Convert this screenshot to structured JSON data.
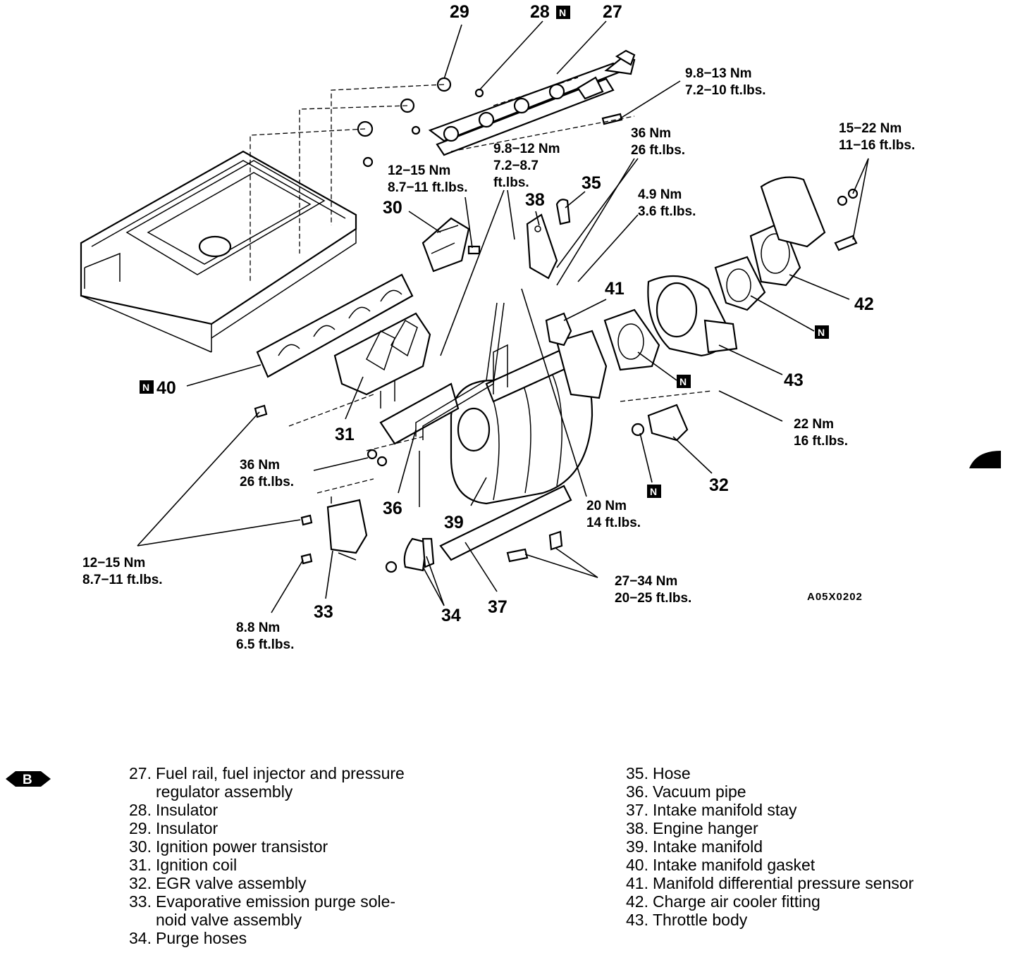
{
  "callouts": {
    "c27": "27",
    "c28": "28",
    "c29": "29",
    "c30": "30",
    "c31": "31",
    "c32": "32",
    "c33": "33",
    "c34": "34",
    "c35": "35",
    "c36": "36",
    "c37": "37",
    "c38": "38",
    "c39": "39",
    "c40": "40",
    "c41": "41",
    "c42": "42",
    "c43": "43"
  },
  "n_mark": "N",
  "torques": {
    "t_fuelrail": [
      "9.8−13 Nm",
      "7.2−10 ft.lbs."
    ],
    "t_hanger": [
      "9.8−12 Nm",
      "7.2−8.7",
      "ft.lbs."
    ],
    "t_transistor": [
      "12−15 Nm",
      "8.7−11  ft.lbs."
    ],
    "t_sensor36": [
      "36 Nm",
      "26 ft.lbs."
    ],
    "t_sensor49": [
      "4.9 Nm",
      "3.6 ft.lbs."
    ],
    "t_cooler": [
      "15−22 Nm",
      "11−16 ft.lbs."
    ],
    "t_egr": [
      "22 Nm",
      "16 ft.lbs."
    ],
    "t_stud36": [
      "36 Nm",
      "26 ft.lbs."
    ],
    "t_manifold": [
      "12−15 Nm",
      "8.7−11 ft.lbs."
    ],
    "t_purge": [
      "8.8 Nm",
      "6.5 ft.lbs."
    ],
    "t_pipe20": [
      "20 Nm",
      "14 ft.lbs."
    ],
    "t_stay": [
      "27−34 Nm",
      "20−25 ft.lbs."
    ]
  },
  "figure_code": "A05X0202",
  "section_marker": "B",
  "legend": {
    "left": [
      {
        "num": "27.",
        "text": "Fuel rail, fuel injector and pressure"
      },
      {
        "num": "",
        "text": "regulator assembly"
      },
      {
        "num": "28.",
        "text": "Insulator"
      },
      {
        "num": "29.",
        "text": "Insulator"
      },
      {
        "num": "30.",
        "text": "Ignition power transistor"
      },
      {
        "num": "31.",
        "text": "Ignition coil"
      },
      {
        "num": "32.",
        "text": "EGR valve assembly"
      },
      {
        "num": "33.",
        "text": "Evaporative emission purge sole-"
      },
      {
        "num": "",
        "text": "noid valve assembly"
      },
      {
        "num": "34.",
        "text": "Purge hoses"
      }
    ],
    "right": [
      {
        "num": "35.",
        "text": "Hose"
      },
      {
        "num": "36.",
        "text": "Vacuum pipe"
      },
      {
        "num": "37.",
        "text": "Intake manifold stay"
      },
      {
        "num": "38.",
        "text": "Engine hanger"
      },
      {
        "num": "39.",
        "text": "Intake manifold"
      },
      {
        "num": "40.",
        "text": "Intake manifold gasket"
      },
      {
        "num": "41.",
        "text": "Manifold differential pressure sensor"
      },
      {
        "num": "42.",
        "text": "Charge air cooler fitting"
      },
      {
        "num": "43.",
        "text": "Throttle body"
      }
    ]
  }
}
